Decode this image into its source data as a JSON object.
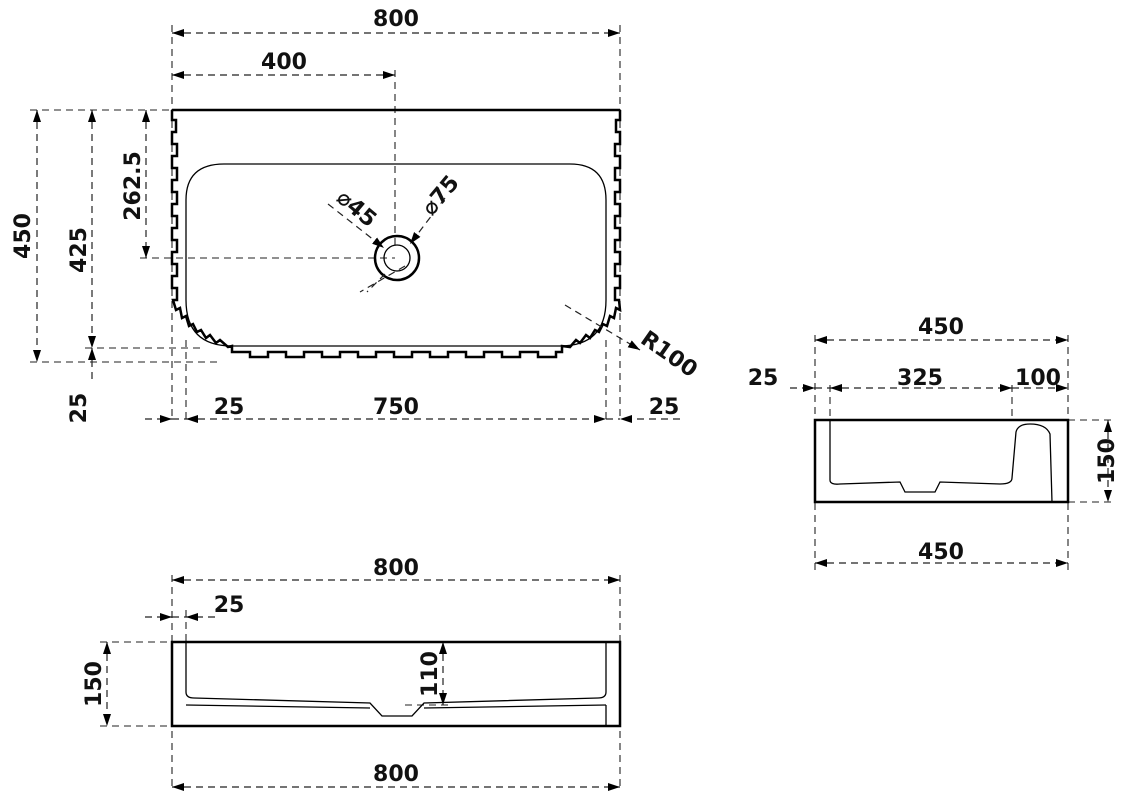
{
  "top_view": {
    "width_total": "800",
    "drain_offset": "400",
    "height_total": "450",
    "height_inner": "425",
    "drain_from_top": "262.5",
    "bottom_edge": "25",
    "drain_diameter_small": "⌀45",
    "drain_diameter_large": "⌀75",
    "corner_radius": "R100",
    "left_wall": "25",
    "bowl_width": "750",
    "right_wall": "25"
  },
  "side_view": {
    "depth_total_top": "450",
    "wall": "25",
    "bowl_depth": "325",
    "shelf": "100",
    "height": "150",
    "depth_total_bottom": "450"
  },
  "front_view": {
    "width_top": "800",
    "wall": "25",
    "height": "150",
    "bowl_height": "110",
    "width_bottom": "800"
  },
  "colors": {
    "line": "#000000",
    "background": "#ffffff"
  }
}
